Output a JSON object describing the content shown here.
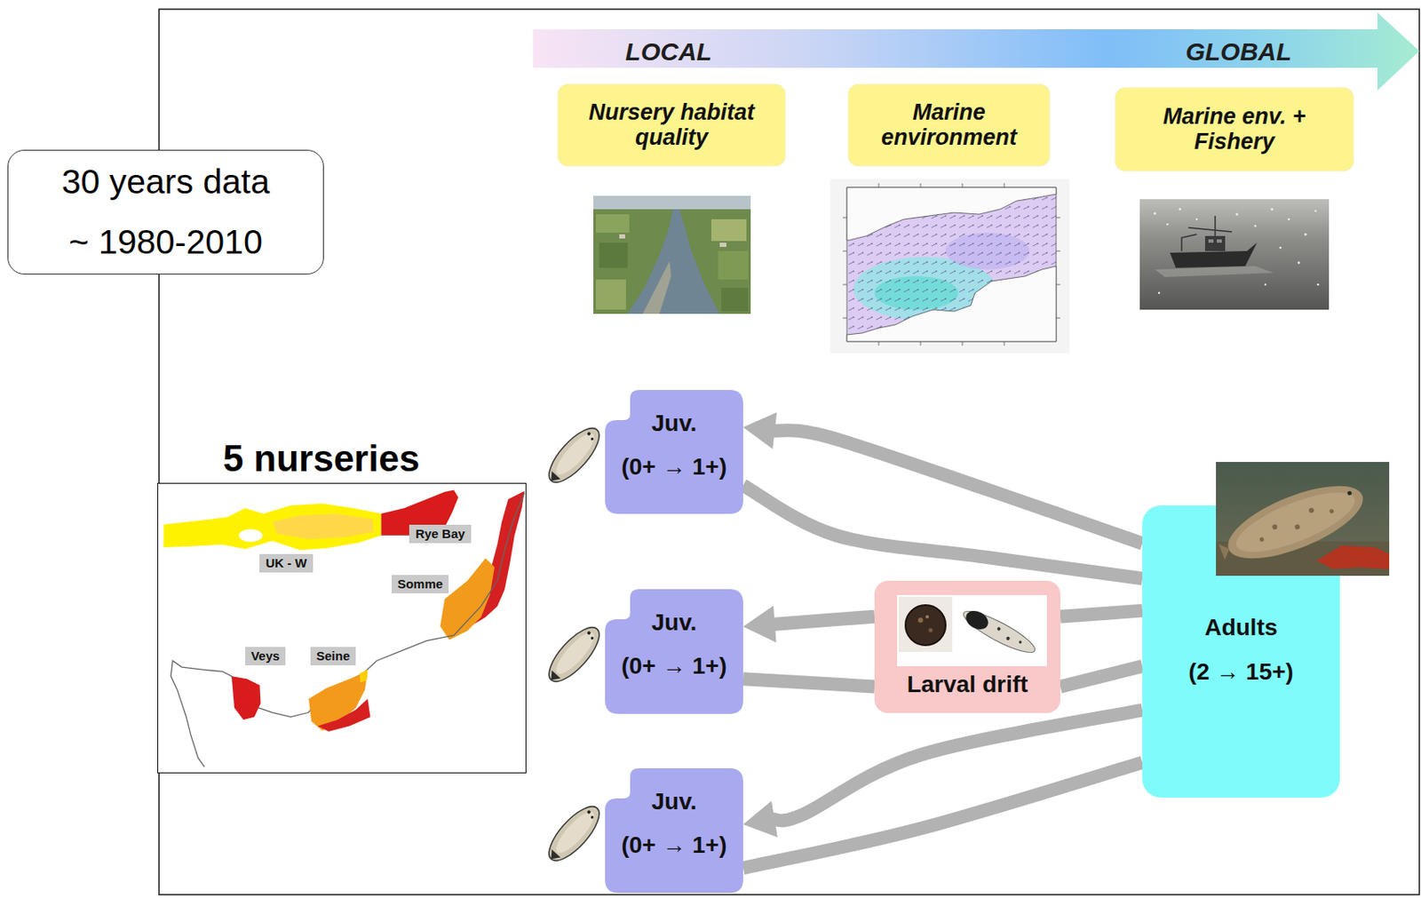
{
  "diagram": {
    "nodes": [
      {
        "text": [
          "30 years data",
          "~ 1980-2010"
        ]
      },
      {
        "text": [
          "LOCAL",
          "GLOBAL"
        ]
      },
      {
        "text": [
          "Nursery habitat quality"
        ]
      },
      {
        "text": [
          "Marine environment"
        ]
      },
      {
        "text": [
          "Marine env. + Fishery"
        ]
      },
      {
        "text": [
          "5 nurseries"
        ]
      },
      {
        "text": [
          "Rye Bay"
        ],
        "in": 5
      },
      {
        "text": [
          "UK - W"
        ],
        "in": 5
      },
      {
        "text": [
          "Somme"
        ],
        "in": 5
      },
      {
        "text": [
          "Veys"
        ],
        "in": 5
      },
      {
        "text": [
          "Seine"
        ],
        "in": 5
      },
      {
        "text": [
          "Juv.",
          "(0+ → 1+)"
        ]
      },
      {
        "text": [
          "Juv.",
          "(0+ → 1+)"
        ]
      },
      {
        "text": [
          "Larval drift"
        ]
      },
      {
        "text": [
          "Juv.",
          "(0+ → 1+)"
        ]
      },
      {
        "text": [
          "Adults",
          "(2 → 15+)"
        ]
      }
    ],
    "edges": [
      {
        "from": 15,
        "to": 11,
        "arrow": "to"
      },
      {
        "from": 11,
        "to": 15,
        "arrow": "none"
      },
      {
        "from": 13,
        "to": 12,
        "arrow": "to"
      },
      {
        "from": 12,
        "to": 13,
        "arrow": "none"
      },
      {
        "from": 15,
        "to": 13,
        "arrow": "none"
      },
      {
        "from": 13,
        "to": 15,
        "arrow": "none"
      },
      {
        "from": 15,
        "to": 14,
        "arrow": "to"
      },
      {
        "from": 14,
        "to": 15,
        "arrow": "none"
      }
    ]
  }
}
